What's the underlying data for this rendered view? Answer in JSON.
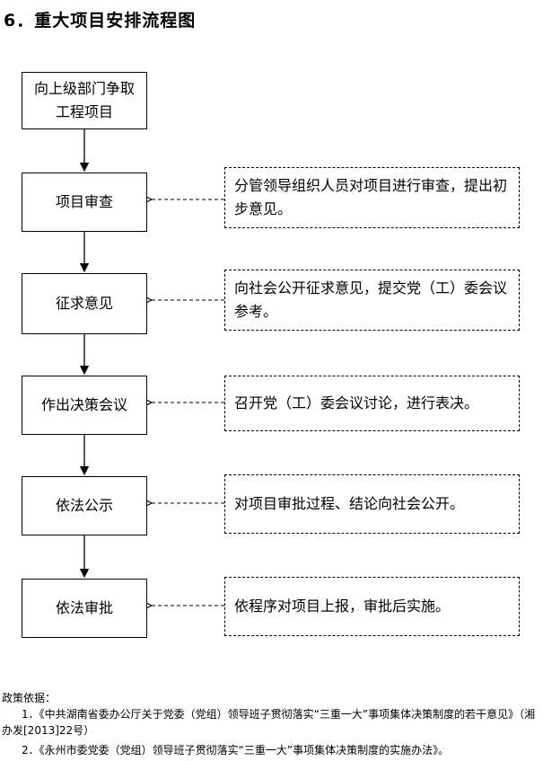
{
  "title": "6．重大项目安排流程图",
  "steps": [
    {
      "label": "向上级部门争取工程项目",
      "note": ""
    },
    {
      "label": "项目审查",
      "note": "分管领导组织人员对项目进行审查，提出初步意见。"
    },
    {
      "label": "征求意见",
      "note": "向社会公开征求意见，提交党（工）委会议参考。"
    },
    {
      "label": "作出决策会议",
      "note": "召开党（工）委会议讨论，进行表决。"
    },
    {
      "label": "依法公示",
      "note": "对项目审批过程、结论向社会公开。"
    },
    {
      "label": "依法审批",
      "note": "依程序对项目上报，审批后实施。"
    }
  ],
  "basis": {
    "label": "政策依据：",
    "items": [
      "1．《中共湖南省委办公厅关于党委（党组）领导班子贯彻落实“三重一大”事项集体决策制度的若干意见》（湘办发[2013]22号）",
      "2．《永州市委党委（党组）领导班子贯彻落实“三重一大”事项集体决策制度的实施办法》。"
    ]
  }
}
